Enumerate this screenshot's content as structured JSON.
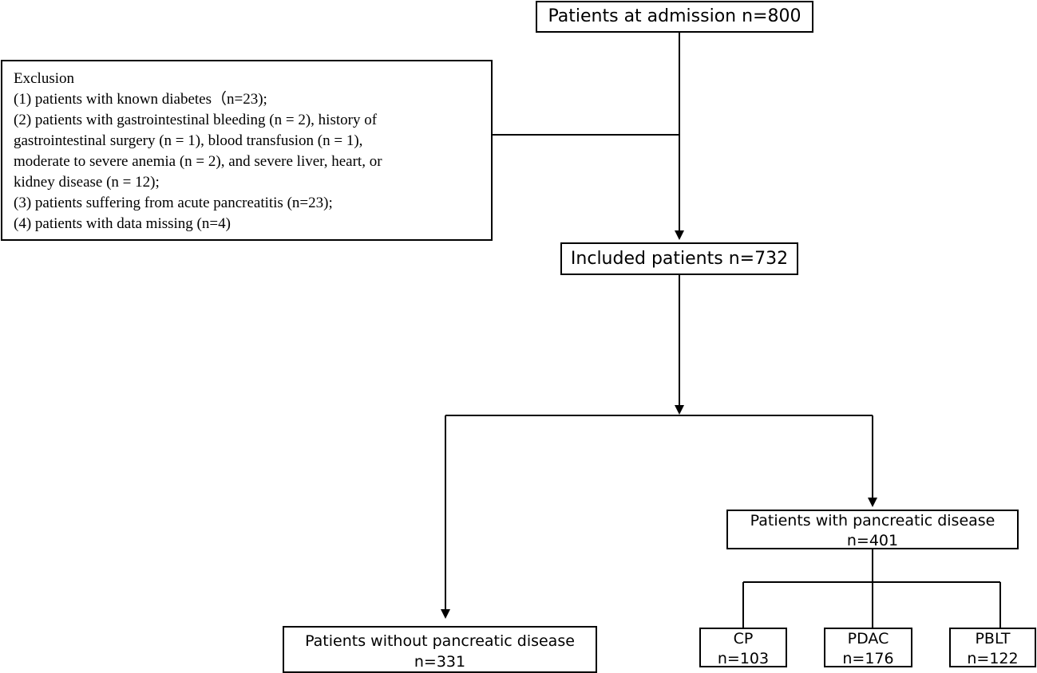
{
  "flowchart": {
    "admission": {
      "label": "Patients at admission n=800"
    },
    "exclusion": {
      "title": "Exclusion",
      "lines": [
        "(1) patients with known diabetes（n=23);",
        "(2) patients with gastrointestinal bleeding (n = 2), history of",
        "gastrointestinal surgery (n = 1), blood transfusion (n = 1),",
        "moderate to severe anemia (n = 2), and severe liver, heart, or",
        "kidney disease (n = 12);",
        "(3) patients suffering from acute pancreatitis (n=23);",
        "(4) patients with data missing (n=4)"
      ]
    },
    "included": {
      "label": "Included patients n=732"
    },
    "pancreatic": {
      "label": "Patients with pancreatic disease",
      "count": "n=401"
    },
    "non_pancreatic": {
      "label": "Patients without pancreatic disease",
      "count": "n=331"
    },
    "subgroups": [
      {
        "label": "CP",
        "count": "n=103"
      },
      {
        "label": "PDAC",
        "count": "n=176"
      },
      {
        "label": "PBLT",
        "count": "n=122"
      }
    ]
  },
  "colors": {
    "line": "#000000",
    "text": "#000000",
    "background": "#ffffff"
  }
}
